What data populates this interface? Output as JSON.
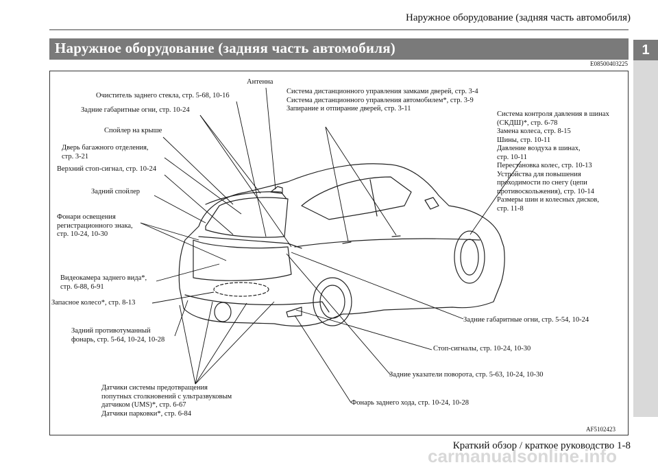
{
  "page": {
    "running_header": "Наружное оборудование (задняя часть автомобиля)",
    "section_title": "Наружное оборудование (задняя часть автомобиля)",
    "chapter_number": "1",
    "code_top": "E08500403225",
    "code_figure": "AF5102423",
    "footer": "Краткий обзор / краткое руководство        1-8",
    "watermark": "carmanualsonline.info"
  },
  "labels": {
    "antenna": "Антенна",
    "rear_wiper": "Очиститель заднего стекла, стр. 5-68, 10-16",
    "rear_position_top": "Задние габаритные огни, стр. 10-24",
    "roof_spoiler": "Спойлер на крыше",
    "tailgate": "Дверь багажного отделения,\nстр. 3-21",
    "high_stop": "Верхний стоп-сигнал, стр. 10-24",
    "rear_spoiler": "Задний спойлер",
    "plate_lamps": "Фонари освещения\nрегистрационного знака,\nстр. 10-24, 10-30",
    "rear_camera": "Видеокамера заднего вида*,\nстр. 6-88, 6-91",
    "spare_wheel": "Запасное колесо*, стр. 8-13",
    "rear_fog": "Задний противотуманный\nфонарь, стр. 5-64, 10-24, 10-28",
    "sensors": "Датчики системы предотвращения\nпопутных столкновений с ультразвуковым\nдатчиком (UMS)*, стр. 6-67\nДатчики парковки*, стр. 6-84",
    "keyless": "Система дистанционного управления замками дверей, стр. 3-4\nСистема дистанционного управления автомобилем*, стр. 3-9\nЗапирание и отпирание дверей, стр. 3-11",
    "tpms": "Система контроля давления в шинах\n(СКДШ)*, стр. 6-78\nЗамена колеса, стр. 8-15\nШины, стр. 10-11\nДавление воздуха в шинах,\nстр. 10-11\nПерестановка колес, стр. 10-13\nУстройства для повышения\nпроходимости по снегу (цепи\nпротивоскольжения), стр. 10-14\nРазмеры шин и колесных дисков,\nстр. 11-8",
    "rear_position_side": "Задние габаритные огни, стр. 5-54, 10-24",
    "stop_lamps": "Стоп-сигналы, стр. 10-24, 10-30",
    "turn_signals": "Задние указатели поворота, стр. 5-63, 10-24, 10-30",
    "reverse_lamp": "Фонарь заднего хода, стр. 10-24, 10-28"
  }
}
